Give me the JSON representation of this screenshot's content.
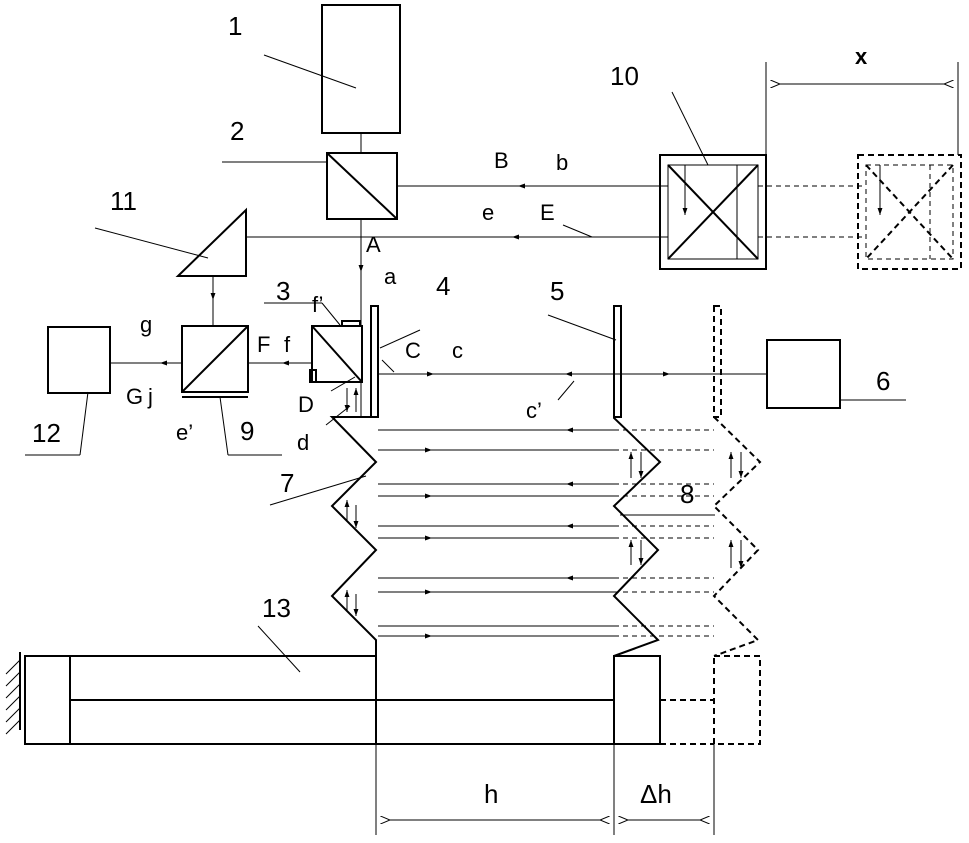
{
  "labels": {
    "n1": "1",
    "n2": "2",
    "n3": "3",
    "n4": "4",
    "n5": "5",
    "n6": "6",
    "n7": "7",
    "n8": "8",
    "n9": "9",
    "n10": "10",
    "n11": "11",
    "n12": "12",
    "n13": "13",
    "A": "A",
    "a": "a",
    "B": "B",
    "b": "b",
    "C": "C",
    "c": "c",
    "c_prime": "c’",
    "D": "D",
    "d": "d",
    "E": "E",
    "e": "e",
    "e_prime": "e’",
    "F": "F",
    "f": "f",
    "f_prime": "f’",
    "G": "G",
    "g": "g",
    "j": "j",
    "h": "h",
    "delta_h": "Δh",
    "x": "x"
  }
}
